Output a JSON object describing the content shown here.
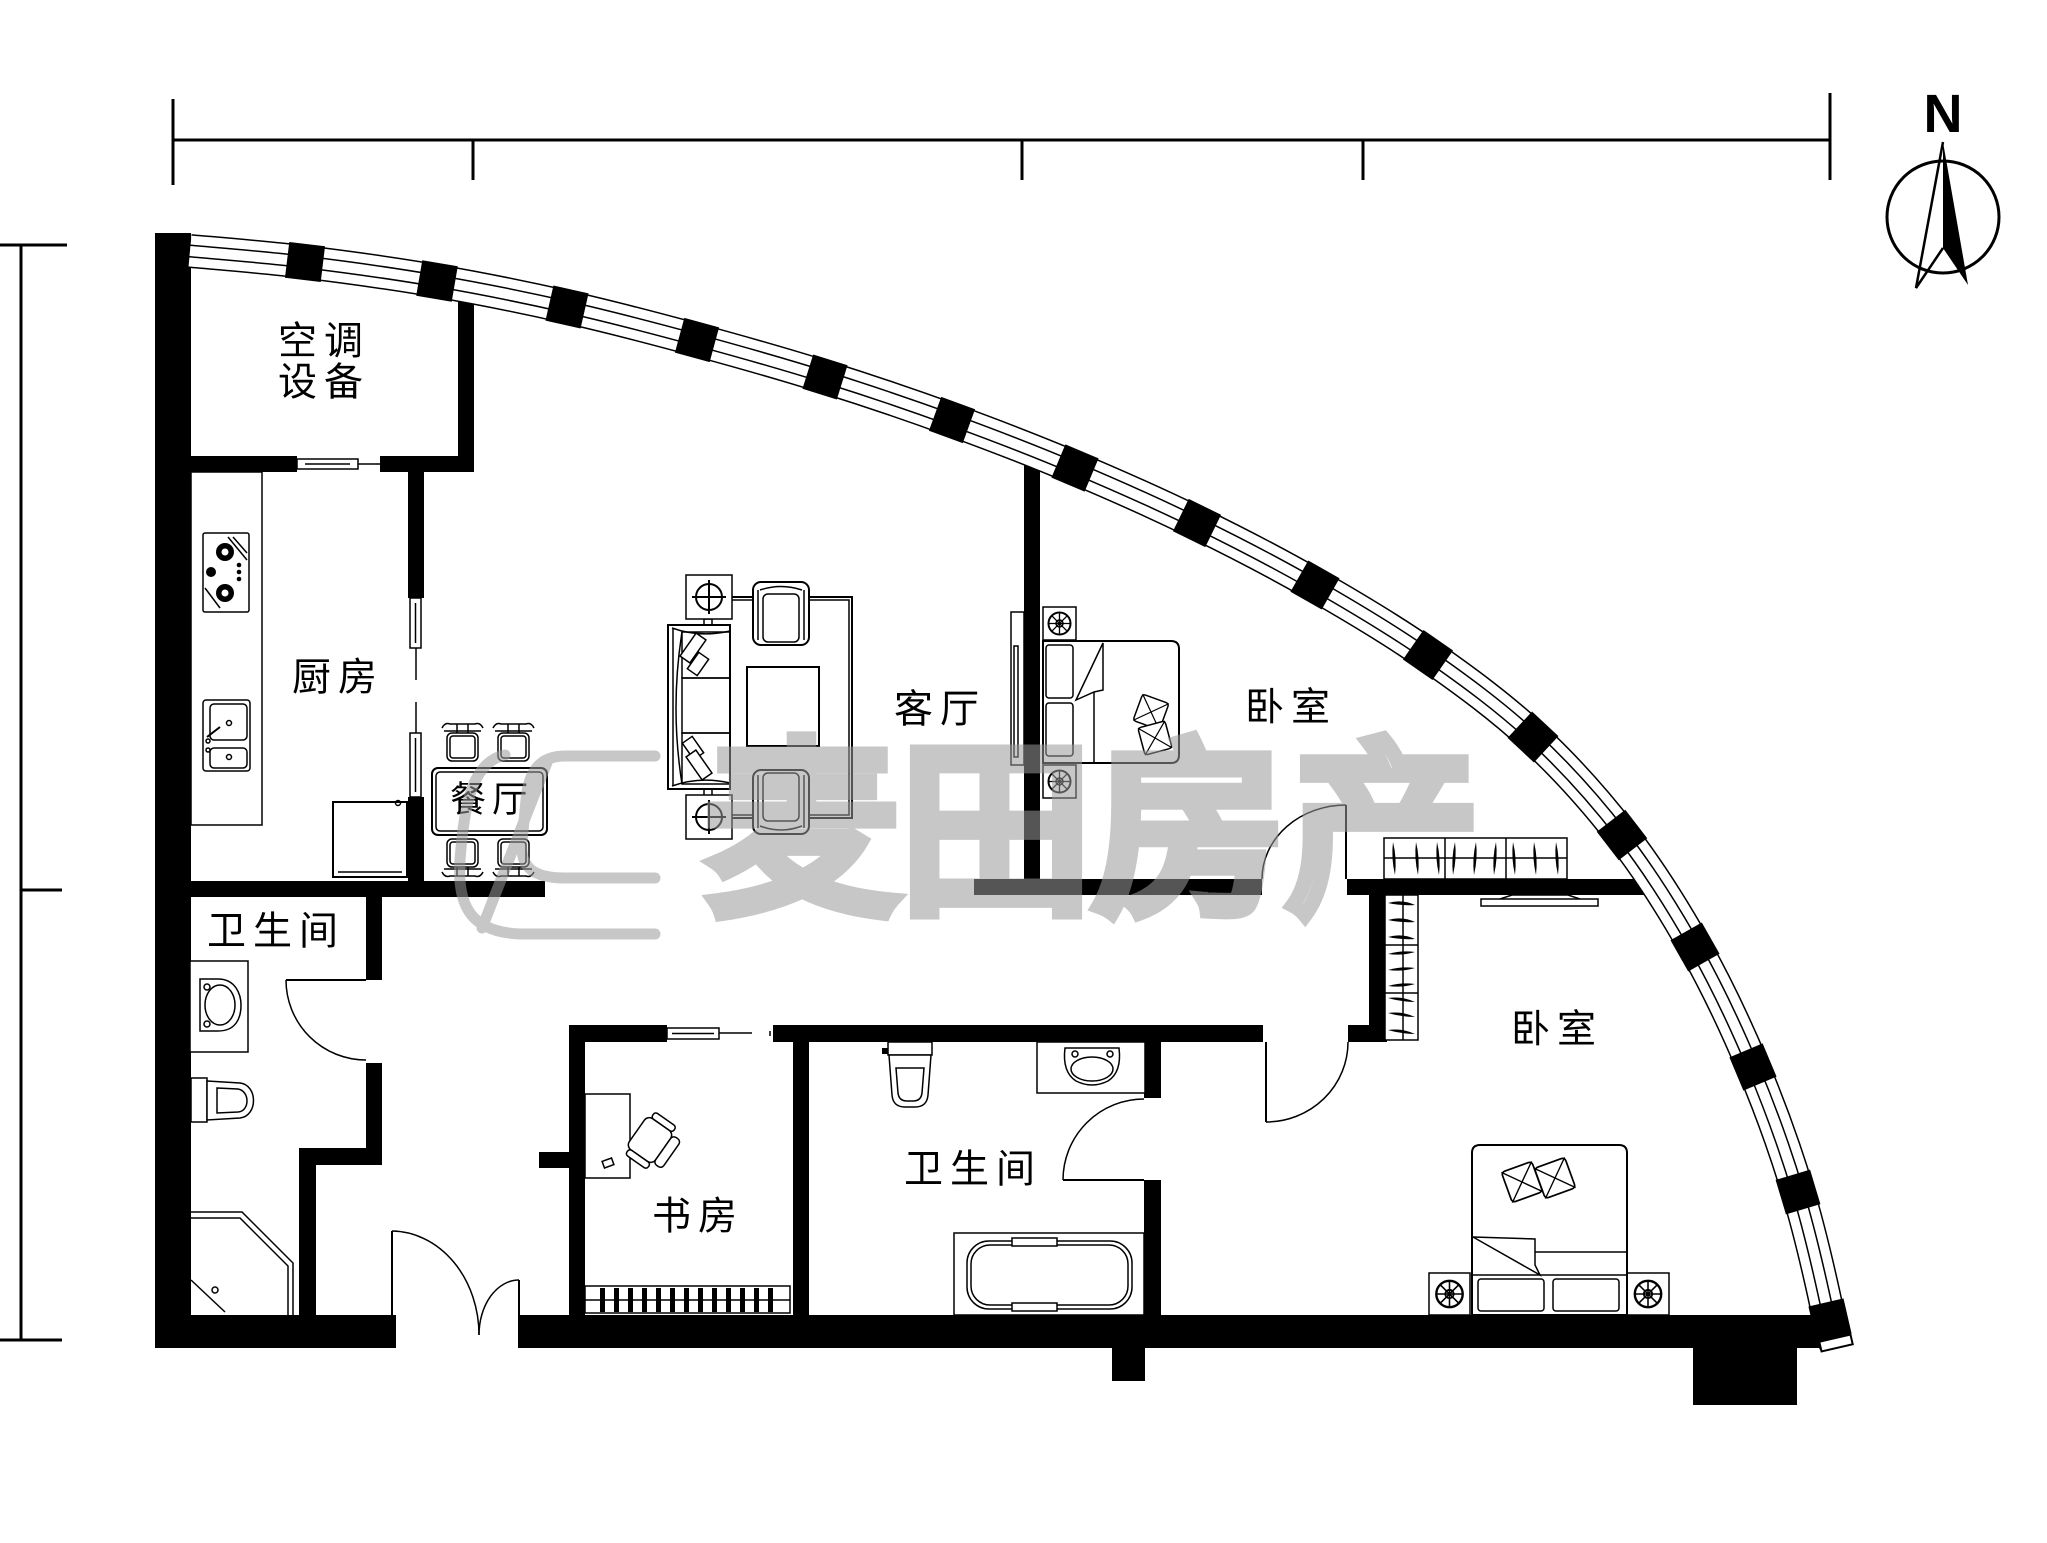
{
  "floor_plan": {
    "rooms": [
      {
        "key": "ac_equipment",
        "label_lines": [
          "空调",
          "设备"
        ]
      },
      {
        "key": "kitchen",
        "label": "厨房"
      },
      {
        "key": "dining_room",
        "label": "餐厅"
      },
      {
        "key": "living_room",
        "label": "客厅"
      },
      {
        "key": "bedroom_north",
        "label": "卧室"
      },
      {
        "key": "bedroom_south",
        "label": "卧室"
      },
      {
        "key": "bathroom_west",
        "label": "卫生间"
      },
      {
        "key": "study",
        "label": "书房"
      },
      {
        "key": "bathroom_south",
        "label": "卫生间"
      }
    ],
    "compass": {
      "label": "N",
      "icon": "north-arrow-icon"
    },
    "watermark": {
      "text": "麦田房产",
      "icon": "maitian-logo-icon"
    },
    "colors": {
      "wall": "#000000",
      "background": "#ffffff",
      "watermark": "#9b9b9b"
    }
  }
}
